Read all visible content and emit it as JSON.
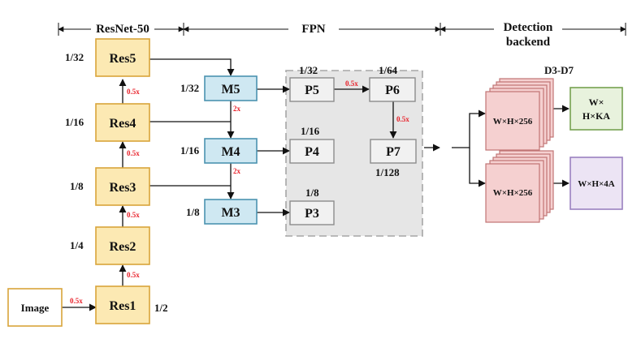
{
  "colors": {
    "res_fill": "#fce9b3",
    "res_stroke": "#d9a43a",
    "m_fill": "#cfe8f2",
    "m_stroke": "#4b93b0",
    "p_fill": "#f1f1f1",
    "p_stroke": "#8c8c8c",
    "fpn_region": "#e6e6e6",
    "class_fill": "#f5d0d0",
    "class_stroke": "#c07474",
    "cls_out_fill": "#e8f2dd",
    "cls_out_stroke": "#76a150",
    "box_out_fill": "#ece4f4",
    "box_out_stroke": "#9a80c0",
    "factor_red": "#e8212a"
  },
  "headers": {
    "resnet": "ResNet-50",
    "fpn": "FPN",
    "detection_line1": "Detection",
    "detection_line2": "backend"
  },
  "input": {
    "label": "Image"
  },
  "resnet": {
    "res1": "Res1",
    "res2": "Res2",
    "res3": "Res3",
    "res4": "Res4",
    "res5": "Res5"
  },
  "fpn_m": {
    "m3": "M3",
    "m4": "M4",
    "m5": "M5"
  },
  "fpn_p": {
    "p3": "P3",
    "p4": "P4",
    "p5": "P5",
    "p6": "P6",
    "p7": "P7"
  },
  "scales": {
    "res5": "1/32",
    "res4": "1/16",
    "res3": "1/8",
    "res2": "1/4",
    "res1": "1/2",
    "m5": "1/32",
    "m4": "1/16",
    "m3": "1/8",
    "p5": "1/32",
    "p6": "1/64",
    "p4": "1/16",
    "p7": "1/128",
    "p3": "1/8"
  },
  "factors": {
    "image_res1": "0.5x",
    "res1_res2": "0.5x",
    "res2_res3": "0.5x",
    "res3_res4": "0.5x",
    "res4_res5": "0.5x",
    "m5_m4": "2x",
    "m4_m3": "2x",
    "p5_p6": "0.5x",
    "p6_p7": "0.5x"
  },
  "backend": {
    "levels": "D3-D7",
    "class_feature": "W×H×256",
    "box_feature": "W×H×256",
    "class_out_line1": "W×",
    "class_out_line2": "H×KA",
    "box_out": "W×H×4A"
  }
}
